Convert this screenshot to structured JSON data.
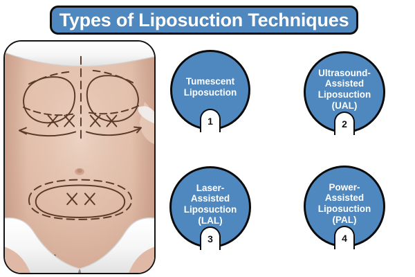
{
  "colors": {
    "accent_blue": "#4f88bf",
    "outline": "#0b0b0b",
    "text_on_accent": "#ffffff",
    "background": "#ffffff",
    "tab_fill": "#ffffff"
  },
  "header": {
    "title": "Types of Liposuction Techniques"
  },
  "photo": {
    "alt": "Female abdomen with dashed surgical liposuction markings, X marks and directional arrows, wearing white underwear"
  },
  "nodes": [
    {
      "label": "Tumescent\nLiposuction",
      "number": "1",
      "name": "tumescent-liposuction"
    },
    {
      "label": "Ultrasound-\nAssisted\nLiposuction\n(UAL)",
      "number": "2",
      "name": "ultrasound-assisted-liposuction"
    },
    {
      "label": "Laser-\nAssisted\nLiposuction\n(LAL)",
      "number": "3",
      "name": "laser-assisted-liposuction"
    },
    {
      "label": "Power-\nAssisted\nLiposuction\n(PAL)",
      "number": "4",
      "name": "power-assisted-liposuction"
    }
  ]
}
